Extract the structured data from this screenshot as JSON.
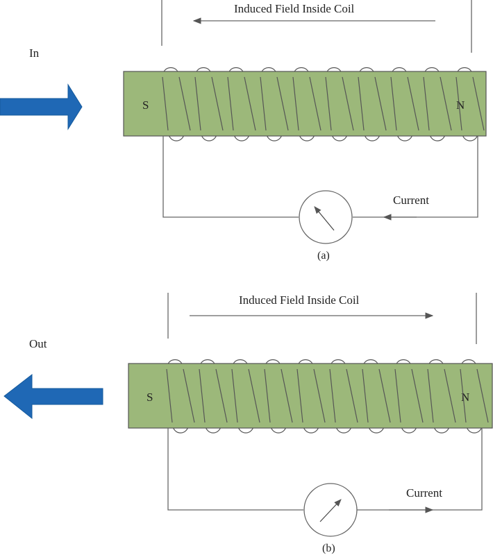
{
  "panel_a": {
    "motion_label": "In",
    "field_label": "Induced Field Inside Coil",
    "south_pole": "S",
    "north_pole": "N",
    "current_label": "Current",
    "caption": "(a)"
  },
  "panel_b": {
    "motion_label": "Out",
    "field_label": "Induced Field Inside Coil",
    "south_pole": "S",
    "north_pole": "N",
    "current_label": "Current",
    "caption": "(b)"
  },
  "colors": {
    "magnet": "#9cb87a",
    "motion_arrow": "#1f68b5",
    "wire": "#666666"
  }
}
